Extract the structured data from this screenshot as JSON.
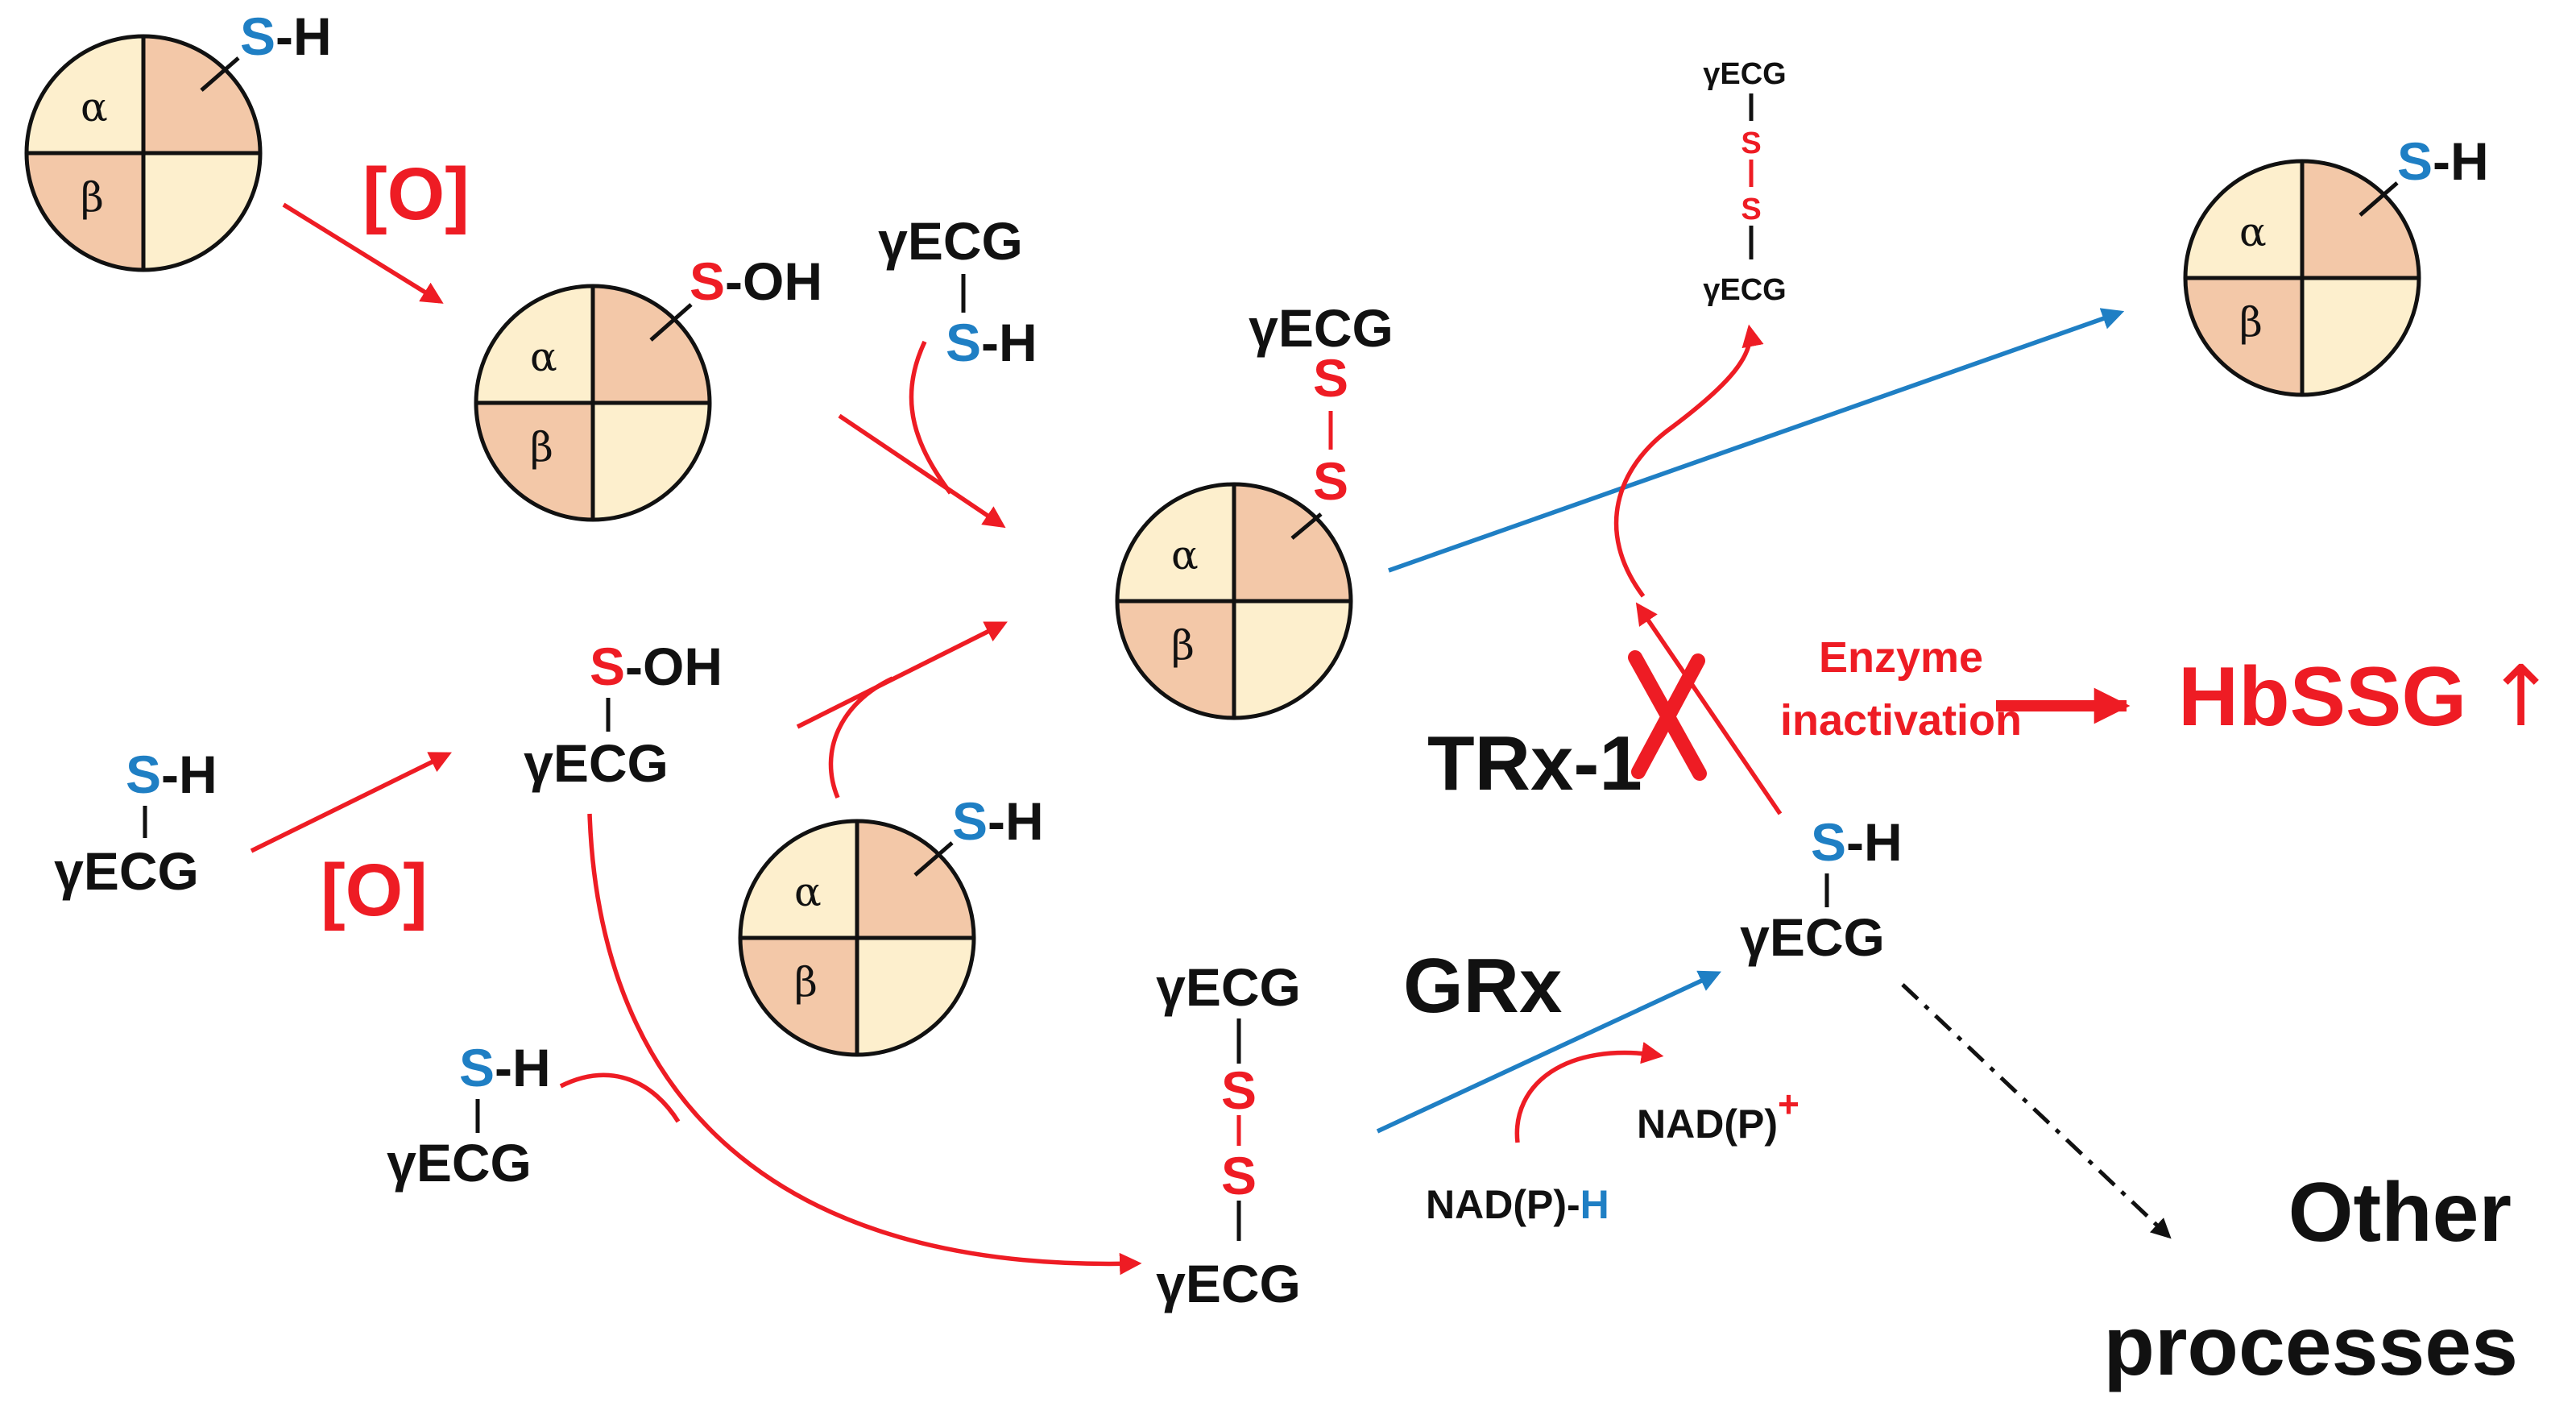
{
  "subunit_labels": {
    "alpha": "α",
    "beta": "β"
  },
  "groups": {
    "thiol": {
      "s": "S",
      "rest": "-H"
    },
    "sulfenic": {
      "s": "S",
      "rest": "-OH"
    },
    "gsh_name": "γECG",
    "disulfide_s": "S"
  },
  "oxidant": "[O]",
  "enzymes": {
    "thioredoxin": "TRx-1",
    "glutaredoxin": "GRx"
  },
  "cofactors": {
    "reduced_prefix": "NAD(P)-",
    "reduced_h": "H",
    "oxidized": "NAD(P)",
    "oxidized_charge": "+"
  },
  "inactivation": {
    "line1": "Enzyme",
    "line2": "inactivation"
  },
  "outcome": {
    "label": "HbSSG",
    "arrow": "↑"
  },
  "other": {
    "line1": "Other",
    "line2": "processes"
  },
  "colors": {
    "red": "#ee1c24",
    "blue": "#1f7fc4",
    "quadrant_dark": "#f3c8a8",
    "quadrant_light": "#fdefcd"
  }
}
